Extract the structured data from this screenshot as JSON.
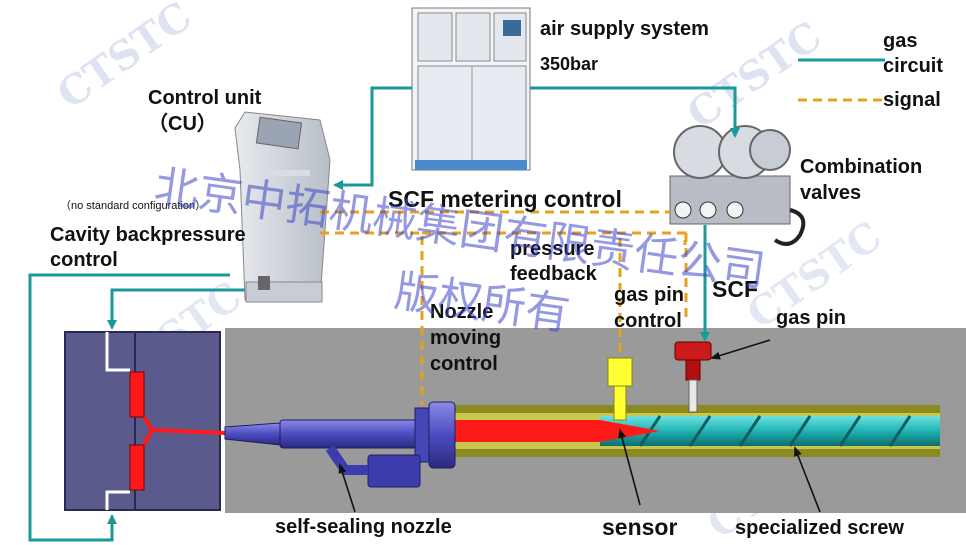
{
  "labels": {
    "air_supply_title": "air supply system",
    "air_supply_pressure": "350bar",
    "legend_gas_line1": "gas",
    "legend_gas_line2": "circuit",
    "legend_signal": "signal",
    "control_unit": "Control unit",
    "control_unit_abbr": "（CU）",
    "combination_valves_line1": "Combination",
    "combination_valves_line2": "valves",
    "scf_metering": "SCF metering control",
    "no_standard": "（no standard configuration）",
    "cavity_line1": "Cavity backpressure",
    "cavity_line2": "control",
    "pressure_feedback_line1": "pressure",
    "pressure_feedback_line2": "feedback",
    "gas_pin_control_line1": "gas pin",
    "gas_pin_control_line2": "control",
    "scf": "SCF",
    "gas_pin": "gas pin",
    "nozzle_moving_line1": "Nozzle",
    "nozzle_moving_line2": "moving",
    "nozzle_moving_line3": "control",
    "self_sealing_nozzle": "self-sealing nozzle",
    "sensor": "sensor",
    "specialized_screw": "specialized screw"
  },
  "watermarks": {
    "chinese_line1": "北京中拓机械集团有限责任公司",
    "chinese_line2": "版权所有",
    "ctstc": "CTSTC"
  },
  "colors": {
    "gas_circuit": "#1a9a9a",
    "signal": "#e8a020",
    "barrel": "#9a9a9a",
    "screw": "#1fb3b3",
    "melt": "#ff1a1a",
    "nozzle": "#5a5ad0",
    "gas_pin": "#cc1a1a",
    "sensor": "#ffff33",
    "mold": "#5a5a8c"
  }
}
